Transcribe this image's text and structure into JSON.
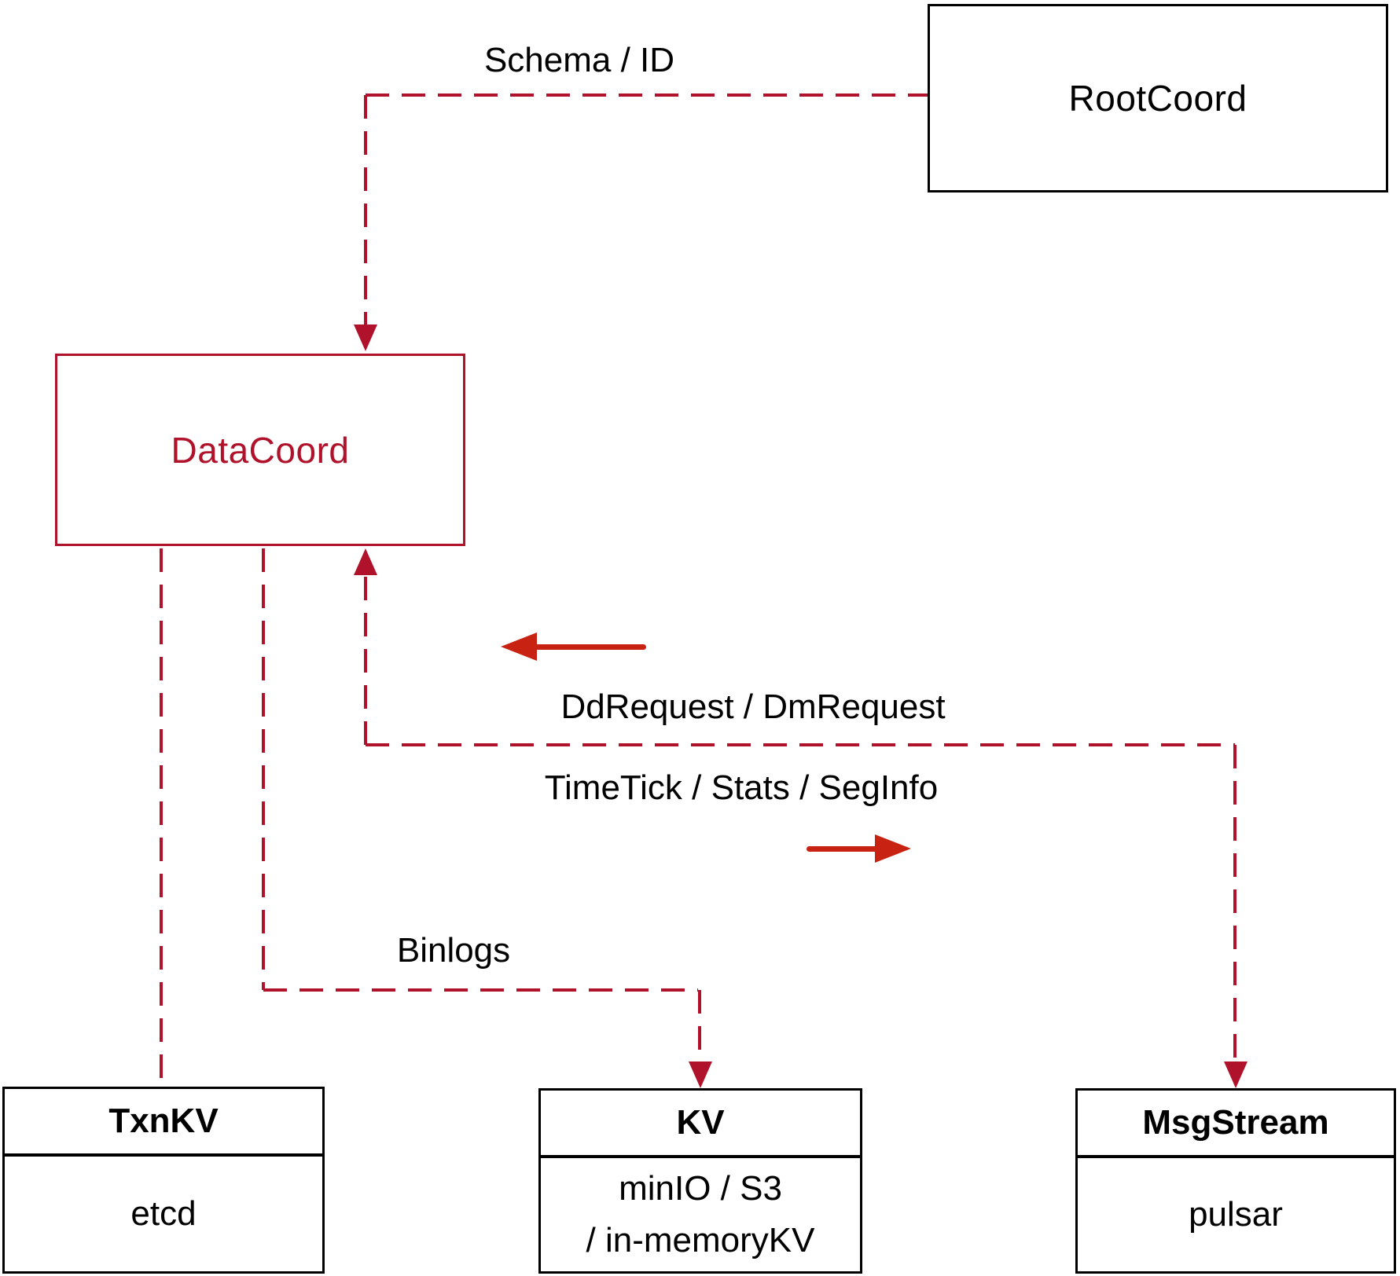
{
  "colors": {
    "connector": "#b0122b",
    "arrow": "#c82312",
    "node_border": "#000000",
    "background": "#ffffff",
    "datacoord_text": "#b0122b",
    "label_text": "#000000"
  },
  "nodes": {
    "rootcoord": {
      "label": "RootCoord"
    },
    "datacoord": {
      "label": "DataCoord"
    },
    "txnkv": {
      "title": "TxnKV",
      "body": [
        "etcd"
      ]
    },
    "kv": {
      "title": "KV",
      "body": [
        "minIO / S3",
        "/ in-memoryKV"
      ]
    },
    "msgstream": {
      "title": "MsgStream",
      "body": [
        "pulsar"
      ]
    }
  },
  "edges": {
    "schema_id": {
      "label": "Schema / ID",
      "from": "RootCoord",
      "to": "DataCoord",
      "style": "dashed"
    },
    "dd_dm_request": {
      "label": "DdRequest / DmRequest",
      "direction": "left-toward-DataCoord",
      "style": "solid-arrow"
    },
    "timetick_stats_seginfo": {
      "label": "TimeTick / Stats / SegInfo",
      "direction": "right-toward-MsgStream",
      "style": "solid-arrow"
    },
    "datacoord_txnkv": {
      "from": "DataCoord",
      "to": "TxnKV",
      "style": "dashed"
    },
    "binlogs": {
      "label": "Binlogs",
      "from": "DataCoord",
      "to": "KV",
      "style": "dashed"
    },
    "datacoord_msgstream": {
      "from": "DataCoord",
      "to": "MsgStream",
      "style": "dashed"
    }
  }
}
